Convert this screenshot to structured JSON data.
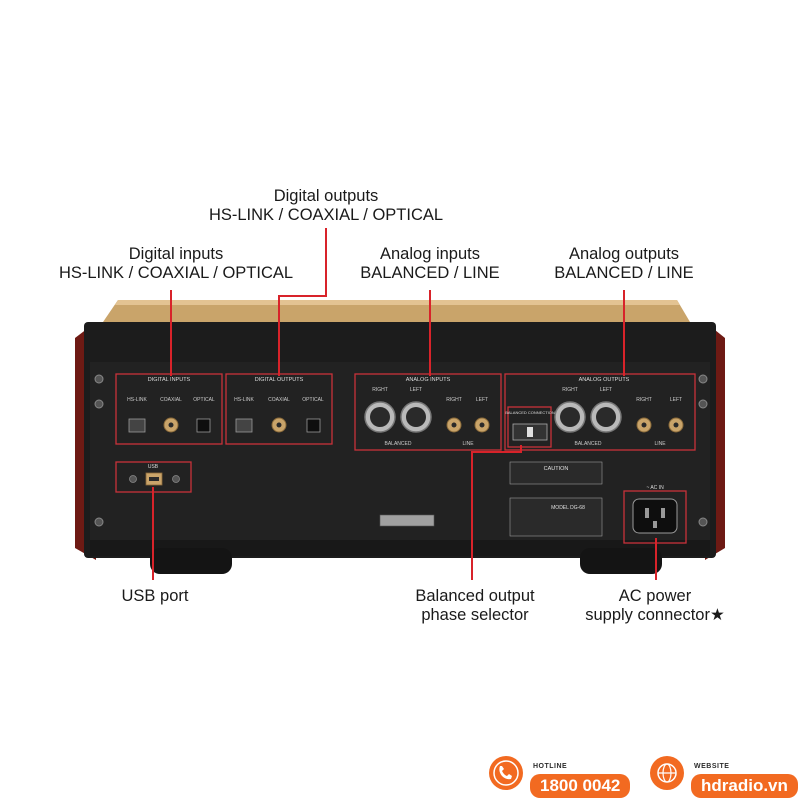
{
  "labels": {
    "digital_outputs": {
      "line1": "Digital outputs",
      "line2": "HS-LINK / COAXIAL / OPTICAL"
    },
    "digital_inputs": {
      "line1": "Digital inputs",
      "line2": "HS-LINK / COAXIAL / OPTICAL"
    },
    "analog_inputs": {
      "line1": "Analog inputs",
      "line2": "BALANCED / LINE"
    },
    "analog_outputs": {
      "line1": "Analog outputs",
      "line2": "BALANCED / LINE"
    },
    "usb_port": "USB port",
    "balanced_selector": {
      "line1": "Balanced output",
      "line2": "phase selector"
    },
    "ac_power": {
      "line1": "AC power",
      "line2": "supply connector★"
    }
  },
  "panel_text": {
    "digital_inputs": "DIGITAL INPUTS",
    "digital_outputs": "DIGITAL OUTPUTS",
    "analog_inputs": "ANALOG INPUTS",
    "analog_outputs": "ANALOG OUTPUTS",
    "hs_link": "HS-LINK",
    "coaxial": "COAXIAL",
    "optical": "OPTICAL",
    "right": "RIGHT",
    "left": "LEFT",
    "balanced": "BALANCED",
    "line": "LINE",
    "usb": "USB",
    "balanced_connection": "BALANCED CONNECTION",
    "caution": "CAUTION",
    "model": "MODEL DG-68",
    "ac_in": "~ AC IN"
  },
  "footer": {
    "hotline_label": "HOTLINE",
    "hotline_value": "1800 0042",
    "website_label": "WEBSITE",
    "website_value": "hdradio.vn"
  },
  "colors": {
    "callout_line": "#d8232a",
    "accent": "#f26a21",
    "chassis": "#1c1c1c",
    "panel_border": "#c8323a",
    "gold": "#c9a46a",
    "side_wood": "#7a1f17"
  }
}
